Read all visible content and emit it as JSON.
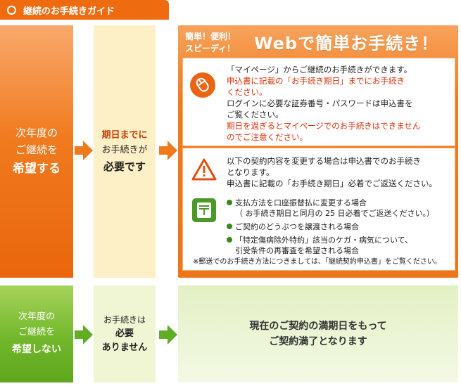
{
  "header": {
    "title": "継続のお手続きガイド"
  },
  "row_continue": {
    "condition": {
      "line1": "次年度の",
      "line2": "ご継続を",
      "line3": "希望する"
    },
    "requirement": {
      "line1": "期日までに",
      "line2": "お手続きが",
      "line3": "必要です"
    },
    "panel": {
      "small_line1": "簡単！便利！",
      "small_line2": "スピーディ！",
      "big_title": "Webで簡単お手続き！",
      "web_lines": [
        {
          "text": "「マイページ」からご継続のお手続きができます。",
          "style": "dark"
        },
        {
          "text": "申込書に記載の「お手続き期日」までにお手続き",
          "style": "red"
        },
        {
          "text": "ください。",
          "style": "red"
        },
        {
          "text": "ログインに必要な証券番号・パスワードは申込書を",
          "style": "dark"
        },
        {
          "text": "ご覧ください。",
          "style": "dark"
        },
        {
          "text": "期日を過ぎるとマイページでのお手続きはできません",
          "style": "red"
        },
        {
          "text": "のでご注意ください。",
          "style": "red"
        }
      ],
      "post_lead": [
        "以下の契約内容を変更する場合は申込書でのお手続き",
        "となります。",
        "申込書に記載の「お手続き期日」必着でご返送ください。"
      ],
      "post_items": [
        {
          "line1": "支払方法を口座振替払に変更する場合",
          "line2": "（ お手続き期日と同月の 25 日必着でご返送ください。）"
        },
        {
          "line1": "ご契約のどうぶつを譲渡される場合",
          "line2": ""
        },
        {
          "line1": "「特定傷病除外特約」該当のケガ・病気について、",
          "line2": "引受条件の再審査を希望される場合"
        }
      ],
      "post_note": "※郵送でのお手続き方法につきましては、「継続契約申込書」をご覧ください。"
    }
  },
  "row_stop": {
    "condition": {
      "line1": "次年度の",
      "line2": "ご継続を",
      "line3": "希望しない"
    },
    "requirement": {
      "line1": "お手続きは",
      "line2": "必要",
      "line3": "ありません"
    },
    "result": {
      "line1": "現在のご契約の満期日をもって",
      "line2": "ご契約満了となります"
    }
  },
  "colors": {
    "orange": "#ee6b10",
    "green": "#62ad26",
    "red_text": "#d9320b"
  },
  "icons": [
    "mouse-icon",
    "warning-icon",
    "mailbox-icon",
    "arrow-right-icon"
  ]
}
